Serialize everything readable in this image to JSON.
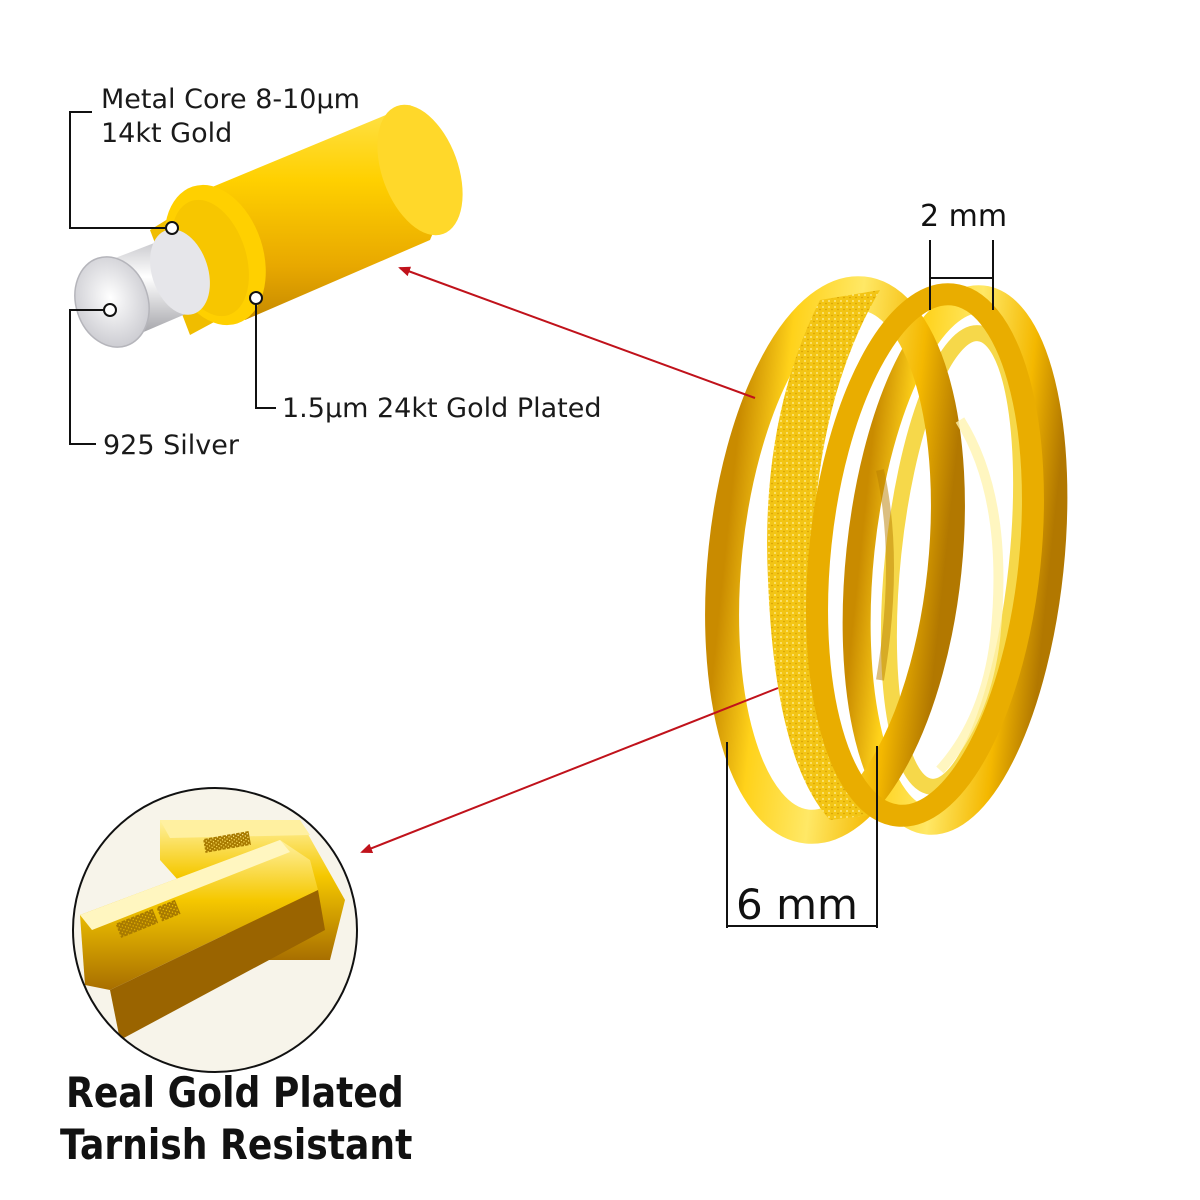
{
  "callouts": {
    "metal_core_line1": "Metal Core 8-10μm",
    "metal_core_line2": "14kt Gold",
    "plating": "1.5μm 24kt Gold Plated",
    "silver": "925 Silver"
  },
  "dimensions": {
    "band_width": "2 mm",
    "ring_width": "6 mm"
  },
  "tagline": {
    "line1": "Real Gold Plated",
    "line2": "Tarnish Resistant"
  },
  "colors": {
    "gold": "#f2c400",
    "gold_dark": "#c48a00",
    "silver": "#d9d9dd",
    "arrow": "#c0121b"
  }
}
